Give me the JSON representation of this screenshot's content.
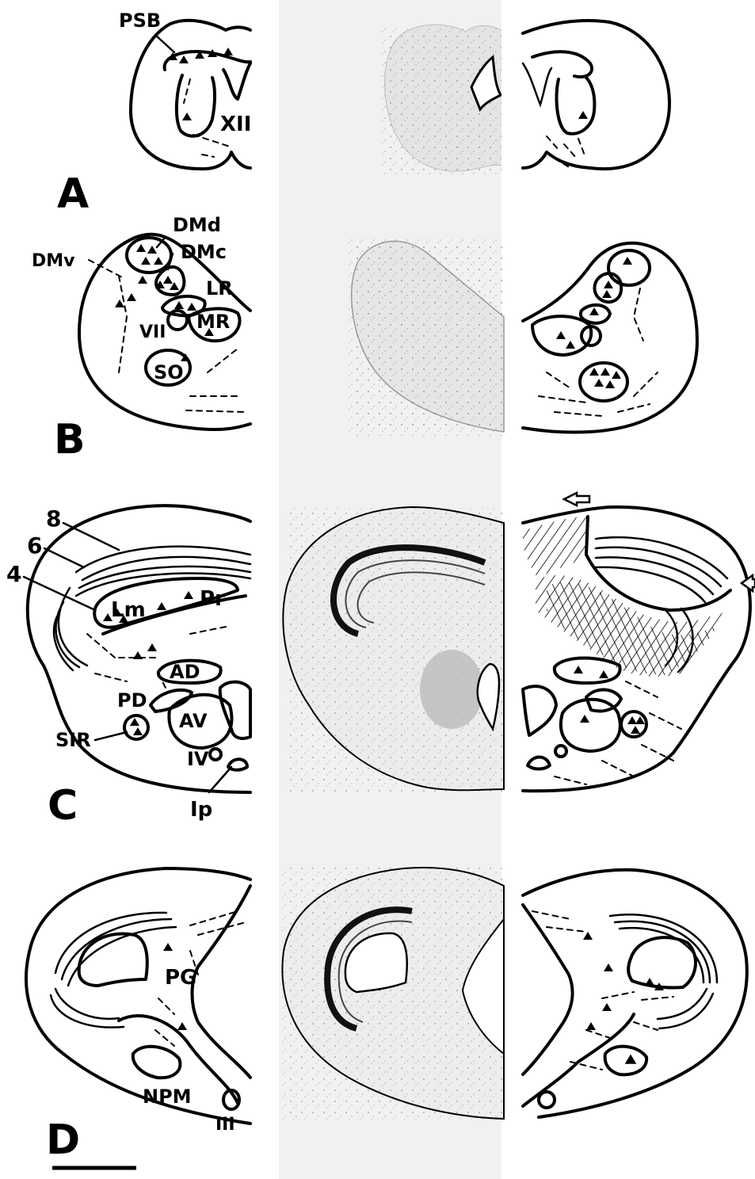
{
  "panels": [
    {
      "letter": "A",
      "labels": {
        "psb": "PSB",
        "xii": "XII"
      }
    },
    {
      "letter": "B",
      "labels": {
        "dmd": "DMd",
        "dmc": "DMc",
        "dmv": "DMv",
        "lr": "LR",
        "mr": "MR",
        "vii": "VII",
        "so": "SO"
      }
    },
    {
      "letter": "C",
      "labels": {
        "n8": "8",
        "n6": "6",
        "n4": "4",
        "lm": "Lm",
        "pr": "Pr",
        "ad": "AD",
        "pd": "PD",
        "av": "AV",
        "sir": "SIR",
        "iv": "IV",
        "ip": "Ip"
      }
    },
    {
      "letter": "D",
      "labels": {
        "pg": "PG",
        "npm": "NPM",
        "iii": "III"
      }
    }
  ],
  "colors": {
    "ink": "#000000",
    "photo_background": "#f1f1f1",
    "page": "#ffffff"
  },
  "scale_bar": {
    "label": ""
  }
}
